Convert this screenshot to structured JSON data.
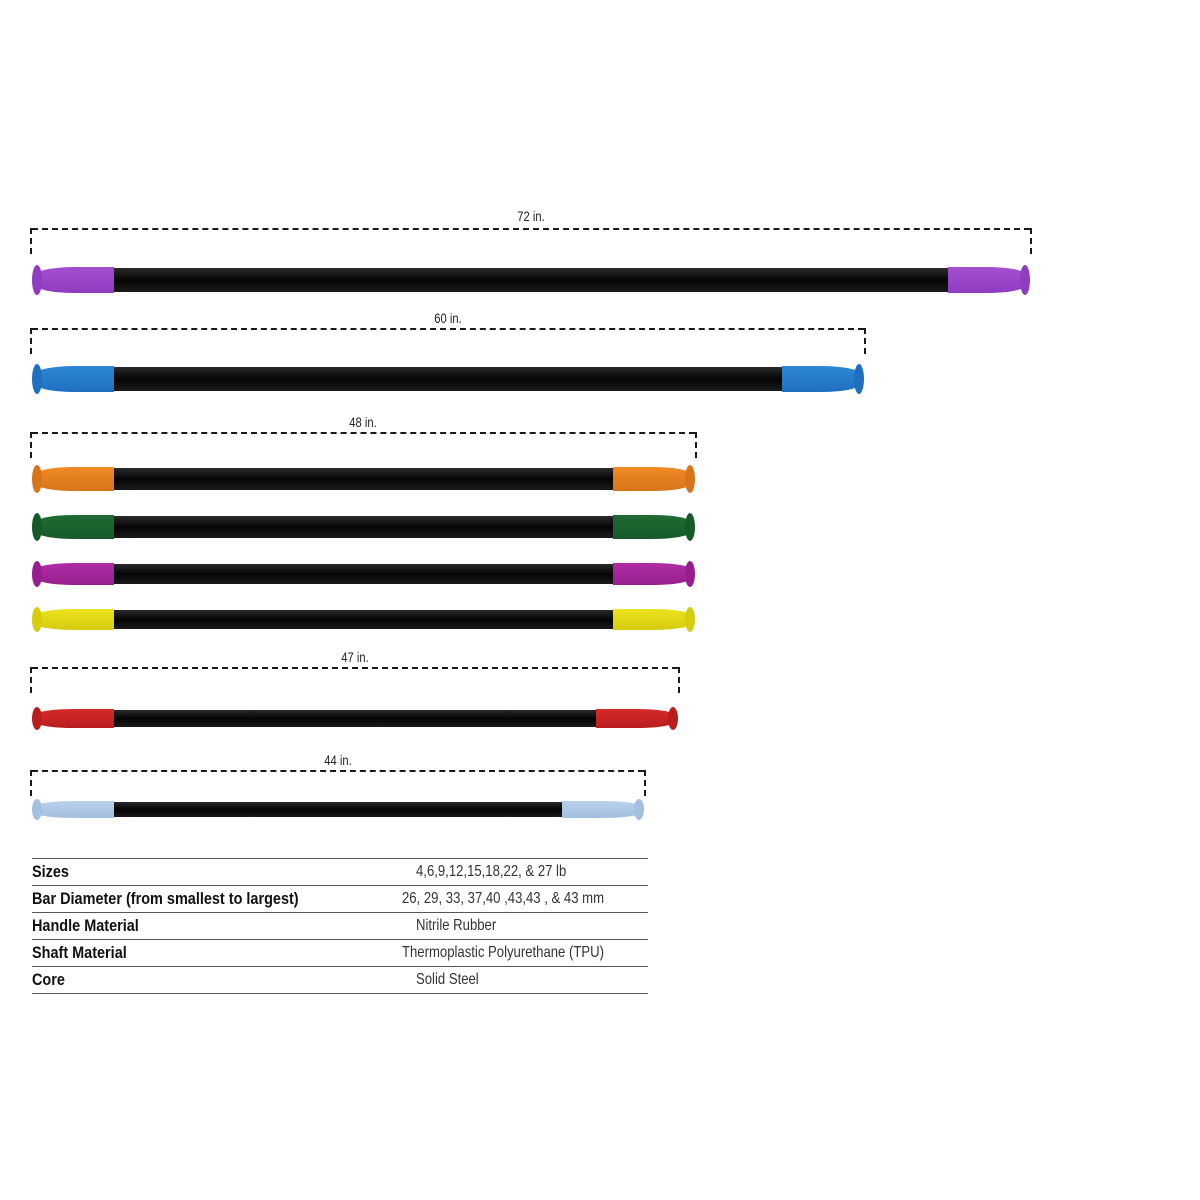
{
  "bars": [
    {
      "length_label": "72 in.",
      "grip_color": "#a44fd0",
      "cap_color": "#8e3cc0"
    },
    {
      "length_label": "60 in.",
      "grip_color": "#2f86d6",
      "cap_color": "#1f6fbf"
    },
    {
      "length_label": "48 in.",
      "grip_color": "#f08a25",
      "cap_color": "#d8741a"
    },
    {
      "length_label": "",
      "grip_color": "#1f6b34",
      "cap_color": "#175a2a"
    },
    {
      "length_label": "",
      "grip_color": "#b02ca6",
      "cap_color": "#961f8d"
    },
    {
      "length_label": "",
      "grip_color": "#ece21c",
      "cap_color": "#d6cc10"
    },
    {
      "length_label": "47 in.",
      "grip_color": "#d72a2a",
      "cap_color": "#b81e1e"
    },
    {
      "length_label": "44 in.",
      "grip_color": "#b9d1ec",
      "cap_color": "#a3c0e0"
    }
  ],
  "specs": [
    {
      "label": "Sizes",
      "value": "4,6,9,12,15,18,22, & 27 lb"
    },
    {
      "label": "Bar Diameter (from smallest to largest)",
      "value": "26, 29, 33, 37,40 ,43,43 , & 43 mm"
    },
    {
      "label": "Handle Material",
      "value": "Nitrile Rubber"
    },
    {
      "label": "Shaft Material",
      "value": "Thermoplastic Polyurethane (TPU)"
    },
    {
      "label": "Core",
      "value": "Solid Steel"
    }
  ]
}
